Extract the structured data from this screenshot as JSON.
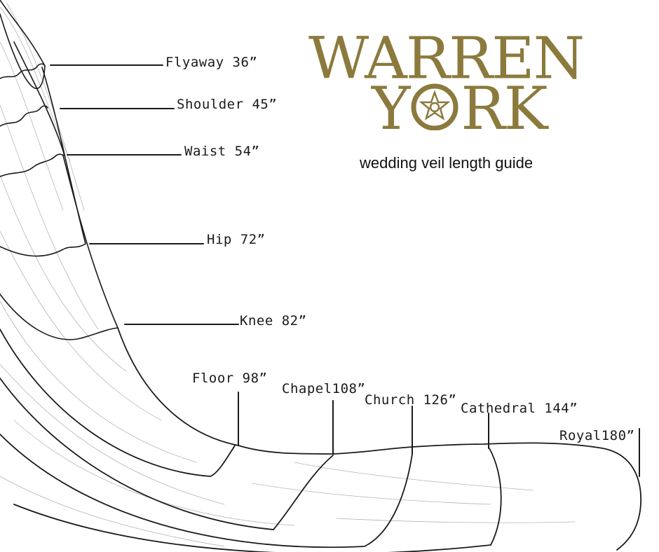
{
  "brand": {
    "line1": "WARREN",
    "line2_left": "Y",
    "line2_right": "RK",
    "emblem": "tudor-rose-emblem",
    "color": "#8b7a3c"
  },
  "subtitle": "wedding veil length guide",
  "labels": {
    "flyaway": "Flyaway 36”",
    "shoulder": "Shoulder 45”",
    "waist": "Waist 54”",
    "hip": "Hip 72”",
    "knee": "Knee 82”",
    "floor": "Floor 98”",
    "chapel": "Chapel108”",
    "church": "Church 126”",
    "cathedral": "Cathedral 144”",
    "royal": "Royal180”"
  },
  "colors": {
    "ink": "#1a1a1a",
    "brand": "#8b7a3c"
  }
}
